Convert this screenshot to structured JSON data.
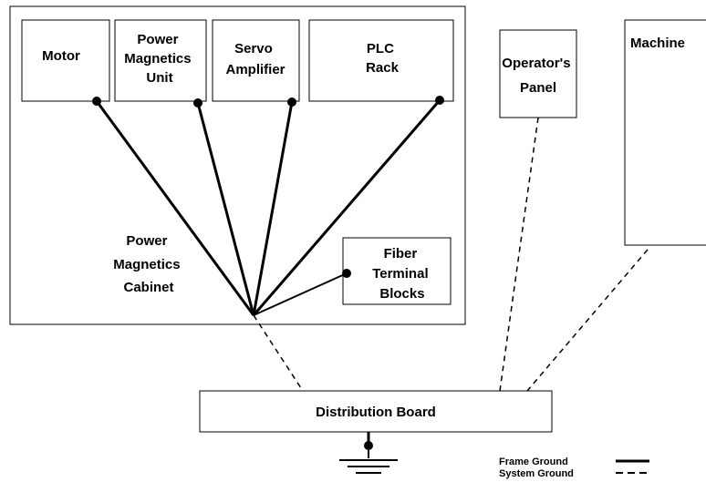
{
  "cabinet": {
    "label_lines": [
      "Power",
      "Magnetics",
      "Cabinet"
    ],
    "components": [
      {
        "id": "motor",
        "label_lines": [
          "Motor"
        ]
      },
      {
        "id": "power-magnetics-unit",
        "label_lines": [
          "Power",
          "Magnetics",
          "Unit"
        ]
      },
      {
        "id": "servo-amplifier",
        "label_lines": [
          "Servo",
          "Amplifier"
        ]
      },
      {
        "id": "plc-rack",
        "label_lines": [
          "PLC",
          "Rack"
        ]
      },
      {
        "id": "fiber-terminal-blocks",
        "label_lines": [
          "Fiber",
          "Terminal",
          "Blocks"
        ]
      }
    ]
  },
  "operators_panel": {
    "label_lines": [
      "Operator's",
      "Panel"
    ]
  },
  "machine": {
    "label_lines": [
      "Machine"
    ]
  },
  "distribution_board": {
    "label": "Distribution Board"
  },
  "legend": {
    "frame_ground": "Frame Ground",
    "system_ground": "System Ground"
  },
  "colors": {
    "line": "#000000",
    "background": "#ffffff"
  }
}
